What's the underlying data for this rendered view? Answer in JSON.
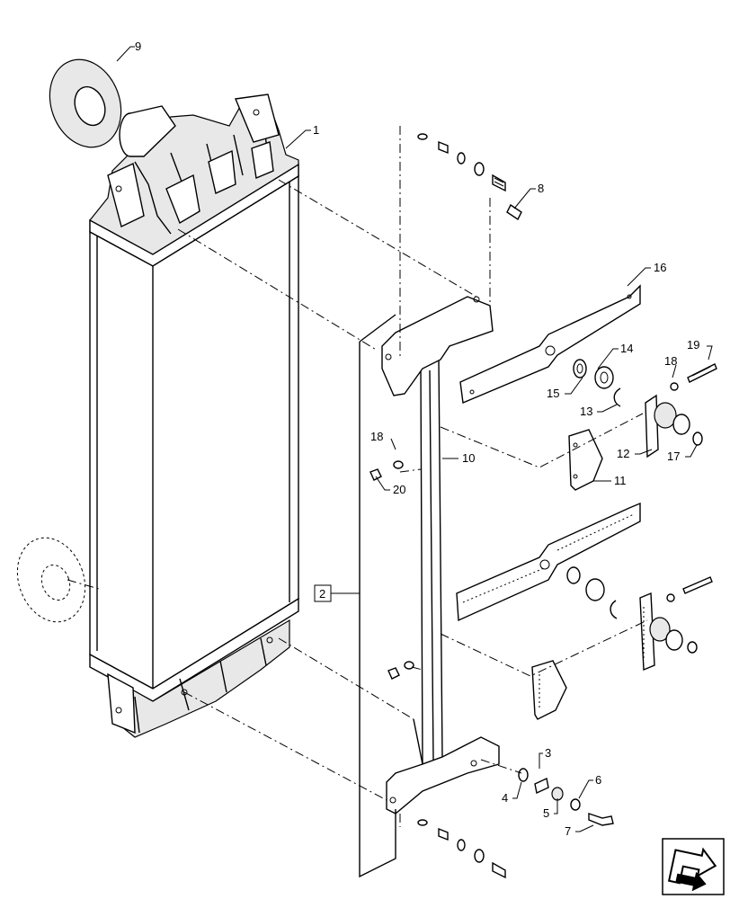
{
  "callouts": {
    "c1": "1",
    "c2": "2",
    "c3": "3",
    "c4": "4",
    "c5": "5",
    "c6": "6",
    "c7": "7",
    "c8": "8",
    "c9": "9",
    "c10": "10",
    "c11": "11",
    "c12": "12",
    "c13": "13",
    "c14": "14",
    "c15": "15",
    "c16": "16",
    "c17": "17",
    "c18a": "18",
    "c18b": "18",
    "c19": "19",
    "c20": "20"
  },
  "nav_icon": "next-page-arrow-icon"
}
